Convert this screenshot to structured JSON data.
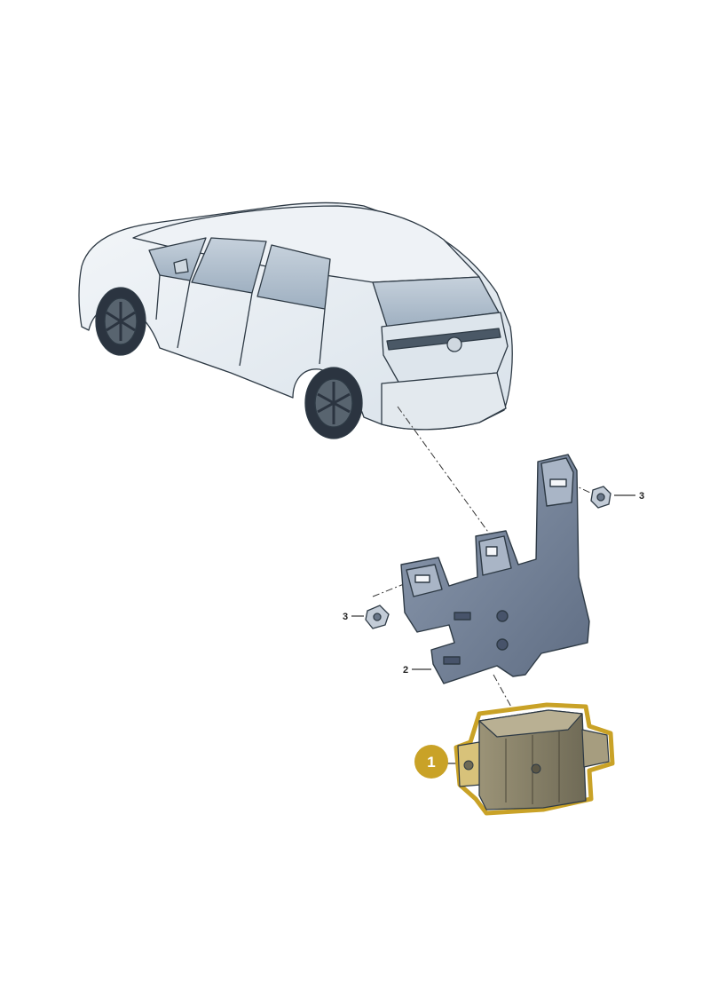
{
  "diagram": {
    "callouts": [
      {
        "id": "part-1",
        "label": "1"
      },
      {
        "id": "part-2",
        "label": "2"
      },
      {
        "id": "part-3a",
        "label": "3"
      },
      {
        "id": "part-3b",
        "label": "3"
      }
    ],
    "highlight_color": "#c9a227",
    "line_color": "#333333",
    "bracket_color": "#7d8ca3",
    "car_fill": "#e8eef3"
  }
}
